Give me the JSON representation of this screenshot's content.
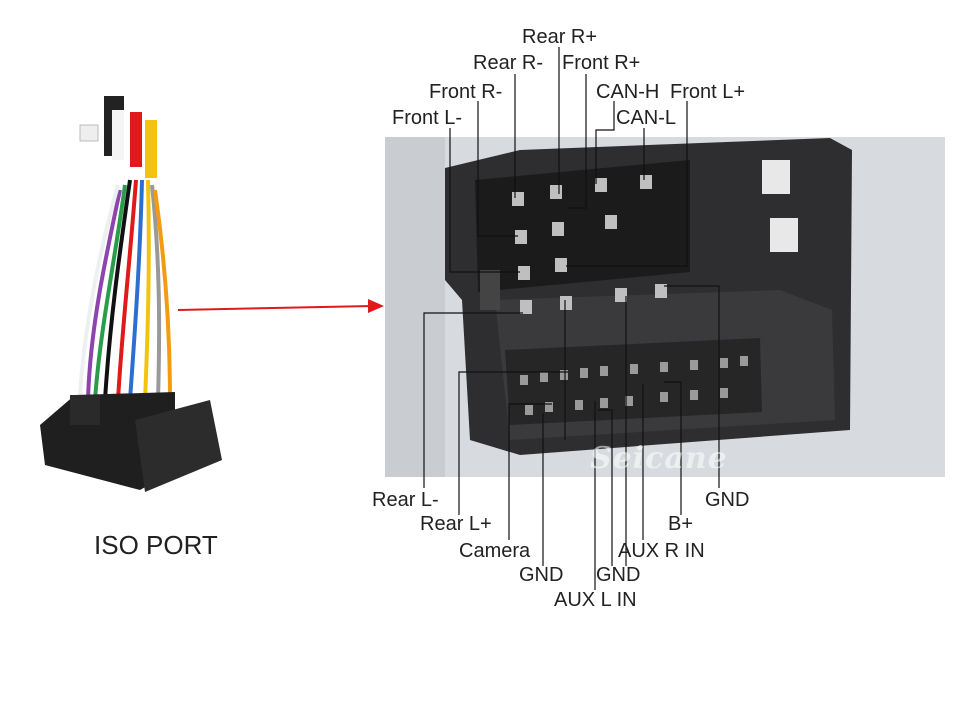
{
  "title": "ISO PORT",
  "watermark": "Seicane",
  "colors": {
    "arrow": "#e0191b",
    "leader": "#111111",
    "housing": "#2b2b2b",
    "photo_bg": "#d7dade"
  },
  "pins_top": [
    "Rear R+",
    "Rear R-",
    "Front R+",
    "Front R-",
    "CAN-H",
    "Front L+",
    "Front L-",
    "CAN-L"
  ],
  "pins_bottom": [
    "Rear L-",
    "GND",
    "Rear L+",
    "B+",
    "Camera",
    "AUX R IN",
    "GND",
    "GND",
    "AUX L IN"
  ]
}
